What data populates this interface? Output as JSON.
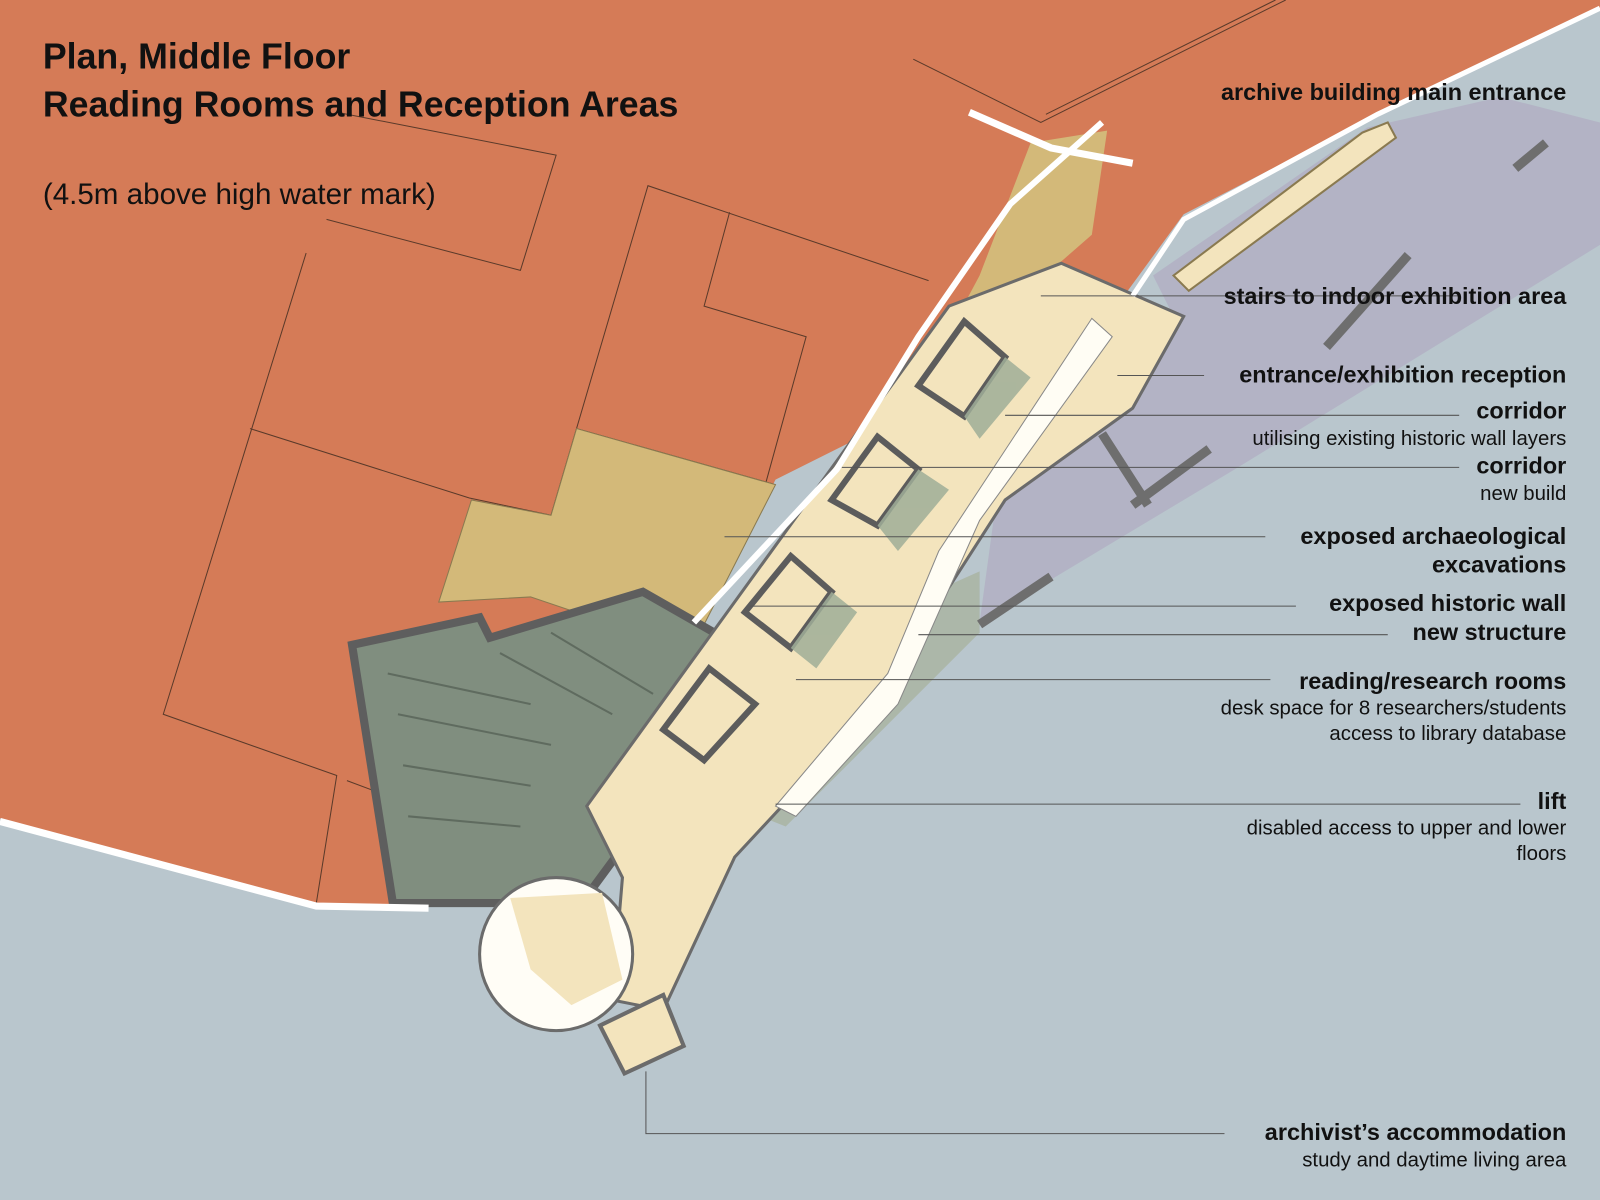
{
  "title": {
    "line1": "Plan, Middle Floor",
    "line2": "Reading Rooms and Reception Areas",
    "subtitle": "(4.5m above high water mark)"
  },
  "labels": {
    "main_entrance": "archive building main entrance",
    "stairs": "stairs to indoor exhibition area",
    "reception": "entrance/exhibition reception",
    "corridor1": "corridor",
    "corridor1_note": "utilising existing historic wall layers",
    "corridor2": "corridor",
    "corridor2_note": "new build",
    "excavations_1": "exposed archaeological",
    "excavations_2": "excavations",
    "historic_wall": "exposed historic wall",
    "new_structure": "new structure",
    "reading_rooms": "reading/research rooms",
    "reading_note1": "desk space for 8 researchers/students",
    "reading_note2": "access to library database",
    "lift": "lift",
    "lift_note1": "disabled access to upper and lower",
    "lift_note2": "floors",
    "accommodation": "archivist’s accommodation",
    "accommodation_note": "study and daytime living area"
  },
  "colors": {
    "land": "#d57b57",
    "sea": "#b9c6cd",
    "excavation": "#d3b979",
    "interior": "#f3e4bd",
    "exterior_deck": "#b3b3c5",
    "historic_block": "#808e7f",
    "walls": "#6b6b6b"
  }
}
